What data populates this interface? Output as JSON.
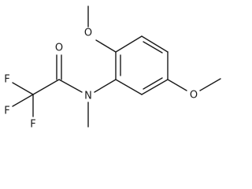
{
  "structure": {
    "atoms": {
      "F_top": "F",
      "F_left": "F",
      "F_bottom": "F",
      "O_carbonyl": "O",
      "N_amide": "N",
      "O_methoxy_top": "O",
      "O_methoxy_right": "O"
    },
    "colors": {
      "bond": "#1a1a1a",
      "label": "#1a1a1a",
      "background": "#ffffff"
    }
  }
}
